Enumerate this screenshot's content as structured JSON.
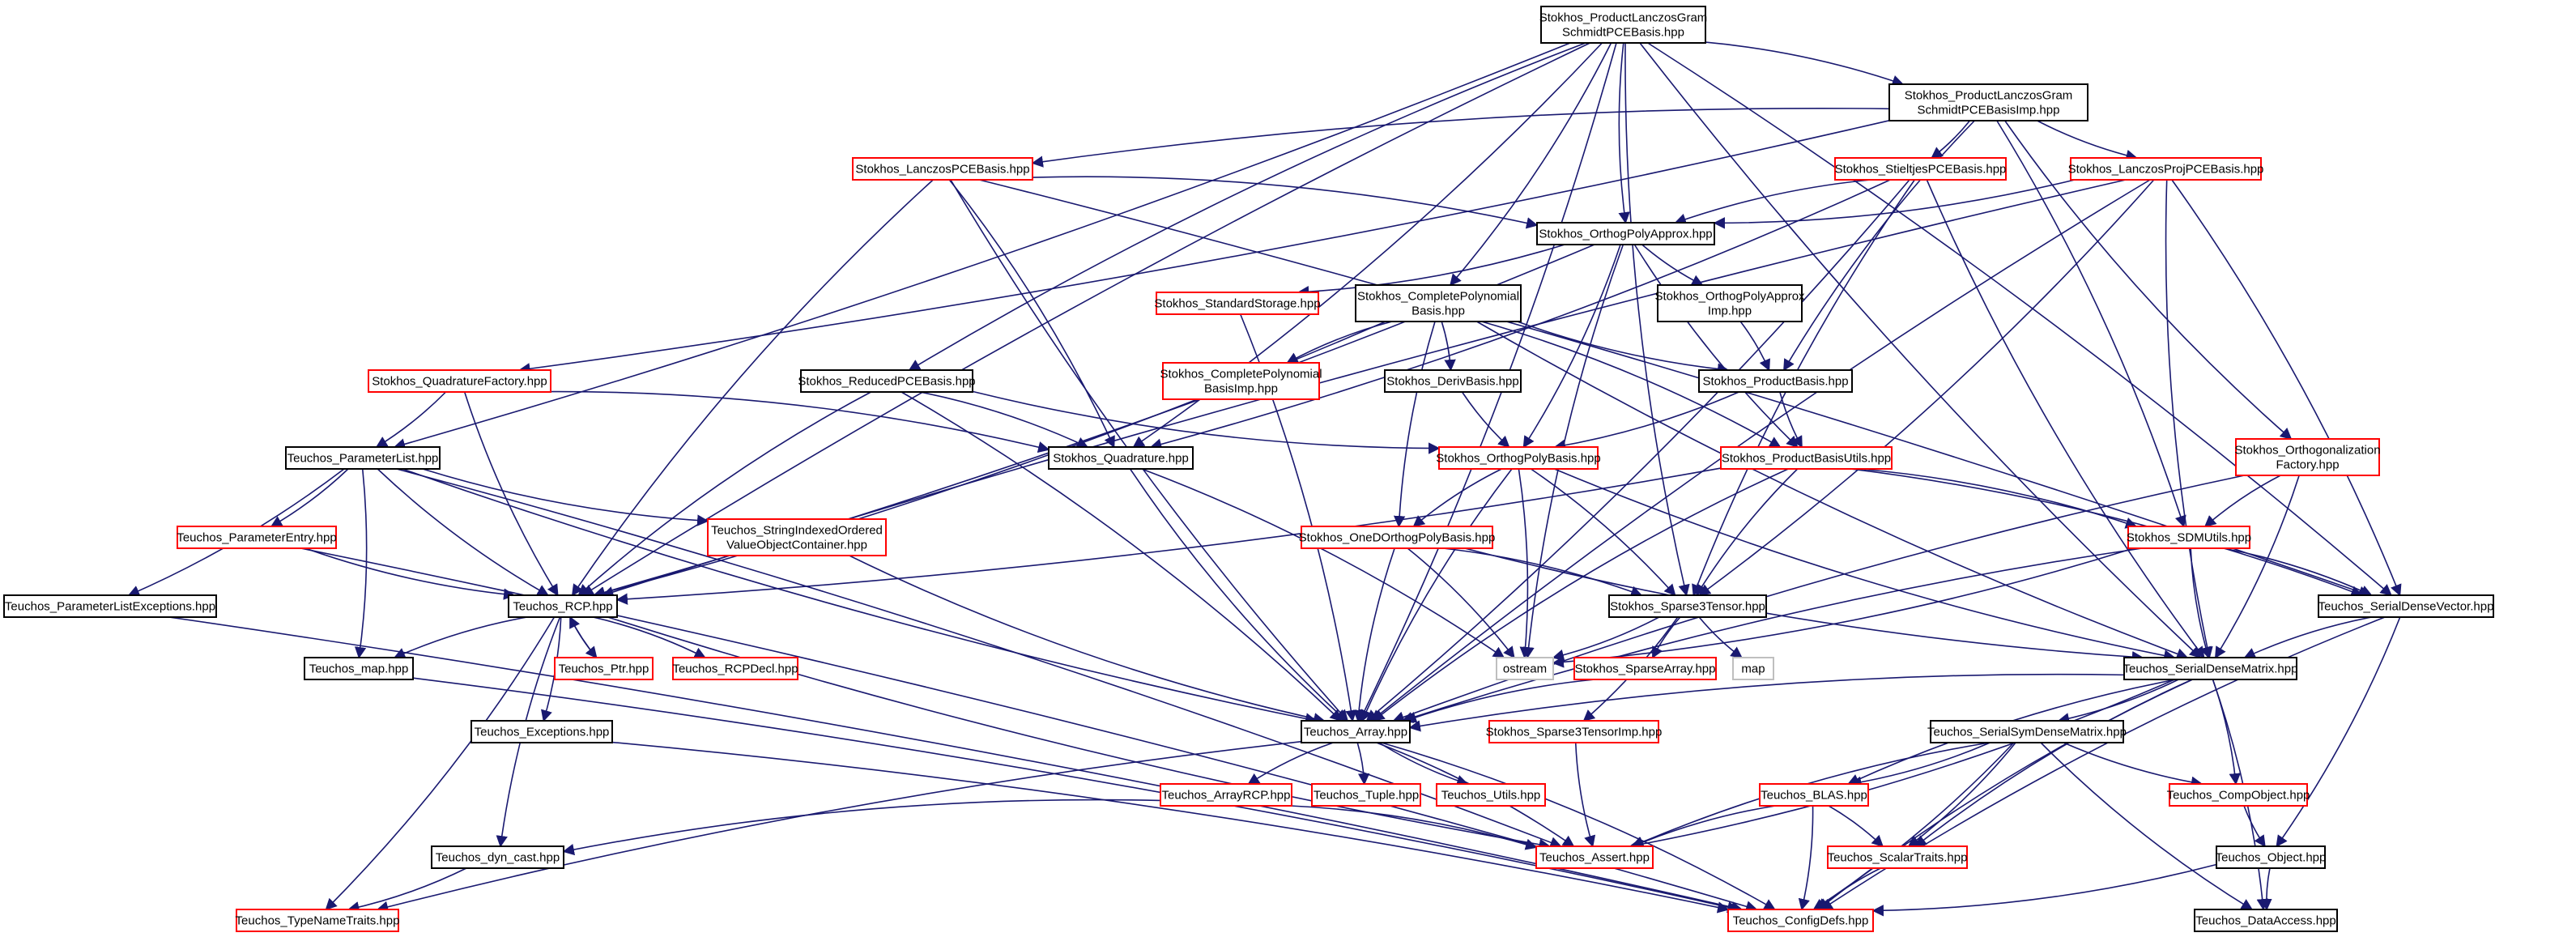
{
  "colors": {
    "edge": "#191970",
    "black_border": "#000000",
    "red_border": "#ff0000",
    "gray_border": "#bfbfbf",
    "root_fill": "#bfbfbf"
  },
  "nodes": [
    {
      "id": "root",
      "lines": [
        "Stokhos_ProductLanczosGram",
        "SchmidtPCEBasis.hpp"
      ],
      "style": "root"
    },
    {
      "id": "imp",
      "lines": [
        "Stokhos_ProductLanczosGram",
        "SchmidtPCEBasisImp.hpp"
      ],
      "style": "black"
    },
    {
      "id": "lanczos",
      "lines": [
        "Stokhos_LanczosPCEBasis.hpp"
      ],
      "style": "red"
    },
    {
      "id": "stieltjes",
      "lines": [
        "Stokhos_StieltjesPCEBasis.hpp"
      ],
      "style": "red"
    },
    {
      "id": "lanczosproj",
      "lines": [
        "Stokhos_LanczosProjPCEBasis.hpp"
      ],
      "style": "red"
    },
    {
      "id": "orthopolyapprox",
      "lines": [
        "Stokhos_OrthogPolyApprox.hpp"
      ],
      "style": "black"
    },
    {
      "id": "stdstorage",
      "lines": [
        "Stokhos_StandardStorage.hpp"
      ],
      "style": "red"
    },
    {
      "id": "completepoly",
      "lines": [
        "Stokhos_CompletePolynomial",
        "Basis.hpp"
      ],
      "style": "black"
    },
    {
      "id": "orthopolyapproximp",
      "lines": [
        "Stokhos_OrthogPolyApprox",
        "Imp.hpp"
      ],
      "style": "black"
    },
    {
      "id": "orthogfactory",
      "lines": [
        "Stokhos_Orthogonalization",
        "Factory.hpp"
      ],
      "style": "red"
    },
    {
      "id": "quadfactory",
      "lines": [
        "Stokhos_QuadratureFactory.hpp"
      ],
      "style": "red"
    },
    {
      "id": "reduced",
      "lines": [
        "Stokhos_ReducedPCEBasis.hpp"
      ],
      "style": "black"
    },
    {
      "id": "completepolyimp",
      "lines": [
        "Stokhos_CompletePolynomial",
        "BasisImp.hpp"
      ],
      "style": "red"
    },
    {
      "id": "derivbasis",
      "lines": [
        "Stokhos_DerivBasis.hpp"
      ],
      "style": "black"
    },
    {
      "id": "productbasis",
      "lines": [
        "Stokhos_ProductBasis.hpp"
      ],
      "style": "black"
    },
    {
      "id": "paramlist",
      "lines": [
        "Teuchos_ParameterList.hpp"
      ],
      "style": "black"
    },
    {
      "id": "quadrature",
      "lines": [
        "Stokhos_Quadrature.hpp"
      ],
      "style": "black"
    },
    {
      "id": "orthogpolybasis",
      "lines": [
        "Stokhos_OrthogPolyBasis.hpp"
      ],
      "style": "red"
    },
    {
      "id": "productbasisutils",
      "lines": [
        "Stokhos_ProductBasisUtils.hpp"
      ],
      "style": "red"
    },
    {
      "id": "paramentry",
      "lines": [
        "Teuchos_ParameterEntry.hpp"
      ],
      "style": "red"
    },
    {
      "id": "stringindexed",
      "lines": [
        "Teuchos_StringIndexedOrdered",
        "ValueObjectContainer.hpp"
      ],
      "style": "red"
    },
    {
      "id": "oned",
      "lines": [
        "Stokhos_OneDOrthogPolyBasis.hpp"
      ],
      "style": "red"
    },
    {
      "id": "sdmutils",
      "lines": [
        "Stokhos_SDMUtils.hpp"
      ],
      "style": "red"
    },
    {
      "id": "paramlistexc",
      "lines": [
        "Teuchos_ParameterListExceptions.hpp"
      ],
      "style": "black"
    },
    {
      "id": "rcp",
      "lines": [
        "Teuchos_RCP.hpp"
      ],
      "style": "black"
    },
    {
      "id": "sparse3",
      "lines": [
        "Stokhos_Sparse3Tensor.hpp"
      ],
      "style": "black"
    },
    {
      "id": "sdv",
      "lines": [
        "Teuchos_SerialDenseVector.hpp"
      ],
      "style": "black"
    },
    {
      "id": "map",
      "lines": [
        "Teuchos_map.hpp"
      ],
      "style": "black"
    },
    {
      "id": "ptr",
      "lines": [
        "Teuchos_Ptr.hpp"
      ],
      "style": "red"
    },
    {
      "id": "rcpdecl",
      "lines": [
        "Teuchos_RCPDecl.hpp"
      ],
      "style": "red"
    },
    {
      "id": "ostream",
      "lines": [
        "ostream"
      ],
      "style": "gray"
    },
    {
      "id": "sparsearray",
      "lines": [
        "Stokhos_SparseArray.hpp"
      ],
      "style": "red"
    },
    {
      "id": "stdmap",
      "lines": [
        "map"
      ],
      "style": "gray"
    },
    {
      "id": "sdm",
      "lines": [
        "Teuchos_SerialDenseMatrix.hpp"
      ],
      "style": "black"
    },
    {
      "id": "exceptions",
      "lines": [
        "Teuchos_Exceptions.hpp"
      ],
      "style": "black"
    },
    {
      "id": "array",
      "lines": [
        "Teuchos_Array.hpp"
      ],
      "style": "black"
    },
    {
      "id": "sparse3imp",
      "lines": [
        "Stokhos_Sparse3TensorImp.hpp"
      ],
      "style": "red"
    },
    {
      "id": "ssdm",
      "lines": [
        "Teuchos_SerialSymDenseMatrix.hpp"
      ],
      "style": "black"
    },
    {
      "id": "arrayrcp",
      "lines": [
        "Teuchos_ArrayRCP.hpp"
      ],
      "style": "red"
    },
    {
      "id": "tuple",
      "lines": [
        "Teuchos_Tuple.hpp"
      ],
      "style": "red"
    },
    {
      "id": "utils",
      "lines": [
        "Teuchos_Utils.hpp"
      ],
      "style": "red"
    },
    {
      "id": "blas",
      "lines": [
        "Teuchos_BLAS.hpp"
      ],
      "style": "red"
    },
    {
      "id": "compobject",
      "lines": [
        "Teuchos_CompObject.hpp"
      ],
      "style": "red"
    },
    {
      "id": "dyncast",
      "lines": [
        "Teuchos_dyn_cast.hpp"
      ],
      "style": "black"
    },
    {
      "id": "assert",
      "lines": [
        "Teuchos_Assert.hpp"
      ],
      "style": "red"
    },
    {
      "id": "scalartraits",
      "lines": [
        "Teuchos_ScalarTraits.hpp"
      ],
      "style": "red"
    },
    {
      "id": "object",
      "lines": [
        "Teuchos_Object.hpp"
      ],
      "style": "black"
    },
    {
      "id": "typenametraits",
      "lines": [
        "Teuchos_TypeNameTraits.hpp"
      ],
      "style": "red"
    },
    {
      "id": "configdefs",
      "lines": [
        "Teuchos_ConfigDefs.hpp"
      ],
      "style": "red"
    },
    {
      "id": "dataaccess",
      "lines": [
        "Teuchos_DataAccess.hpp"
      ],
      "style": "black"
    }
  ],
  "edges": [
    [
      "root",
      "imp"
    ],
    [
      "root",
      "orthopolyapprox"
    ],
    [
      "root",
      "completepoly"
    ],
    [
      "root",
      "reduced"
    ],
    [
      "root",
      "paramlist"
    ],
    [
      "root",
      "rcp"
    ],
    [
      "root",
      "quadrature"
    ],
    [
      "root",
      "sparse3"
    ],
    [
      "root",
      "sdv"
    ],
    [
      "root",
      "sdm"
    ],
    [
      "root",
      "array"
    ],
    [
      "imp",
      "lanczos"
    ],
    [
      "imp",
      "stieltjes"
    ],
    [
      "imp",
      "lanczosproj"
    ],
    [
      "imp",
      "quadfactory"
    ],
    [
      "imp",
      "productbasis"
    ],
    [
      "imp",
      "sdmutils"
    ],
    [
      "imp",
      "orthogfactory"
    ],
    [
      "lanczos",
      "orthopolyapprox"
    ],
    [
      "lanczos",
      "rcp"
    ],
    [
      "lanczos",
      "quadrature"
    ],
    [
      "lanczos",
      "array"
    ],
    [
      "lanczos",
      "sdv"
    ],
    [
      "stieltjes",
      "orthopolyapprox"
    ],
    [
      "stieltjes",
      "quadrature"
    ],
    [
      "stieltjes",
      "sparse3"
    ],
    [
      "stieltjes",
      "array"
    ],
    [
      "stieltjes",
      "sdm"
    ],
    [
      "lanczosproj",
      "orthopolyapprox"
    ],
    [
      "lanczosproj",
      "rcp"
    ],
    [
      "lanczosproj",
      "sparse3"
    ],
    [
      "lanczosproj",
      "array"
    ],
    [
      "lanczosproj",
      "sdv"
    ],
    [
      "lanczosproj",
      "sdm"
    ],
    [
      "orthopolyapprox",
      "stdstorage"
    ],
    [
      "orthopolyapprox",
      "orthopolyapproximp"
    ],
    [
      "orthopolyapprox",
      "orthogpolybasis"
    ],
    [
      "orthopolyapprox",
      "productbasisutils"
    ],
    [
      "orthopolyapprox",
      "rcp"
    ],
    [
      "orthopolyapprox",
      "ostream"
    ],
    [
      "stdstorage",
      "array"
    ],
    [
      "completepoly",
      "completepolyimp"
    ],
    [
      "completepoly",
      "derivbasis"
    ],
    [
      "completepoly",
      "productbasis"
    ],
    [
      "completepoly",
      "productbasisutils"
    ],
    [
      "completepoly",
      "oned"
    ],
    [
      "completepoly",
      "rcp"
    ],
    [
      "completepoly",
      "sdm"
    ],
    [
      "orthopolyapproximp",
      "productbasis"
    ],
    [
      "orthogfactory",
      "sdmutils"
    ],
    [
      "orthogfactory",
      "sdm"
    ],
    [
      "orthogfactory",
      "array"
    ],
    [
      "quadfactory",
      "paramlist"
    ],
    [
      "quadfactory",
      "rcp"
    ],
    [
      "quadfactory",
      "quadrature"
    ],
    [
      "reduced",
      "orthogpolybasis"
    ],
    [
      "reduced",
      "quadrature"
    ],
    [
      "reduced",
      "rcp"
    ],
    [
      "reduced",
      "array"
    ],
    [
      "derivbasis",
      "orthogpolybasis"
    ],
    [
      "productbasis",
      "orthogpolybasis"
    ],
    [
      "productbasis",
      "productbasisutils"
    ],
    [
      "paramlist",
      "paramentry"
    ],
    [
      "paramlist",
      "stringindexed"
    ],
    [
      "paramlist",
      "paramlistexc"
    ],
    [
      "paramlist",
      "rcp"
    ],
    [
      "paramlist",
      "map"
    ],
    [
      "paramlist",
      "array"
    ],
    [
      "paramlist",
      "assert"
    ],
    [
      "quadrature",
      "array"
    ],
    [
      "quadrature",
      "ostream"
    ],
    [
      "orthogpolybasis",
      "oned"
    ],
    [
      "orthogpolybasis",
      "sparse3"
    ],
    [
      "orthogpolybasis",
      "array"
    ],
    [
      "orthogpolybasis",
      "ostream"
    ],
    [
      "orthogpolybasis",
      "sdm"
    ],
    [
      "productbasisutils",
      "sdmutils"
    ],
    [
      "productbasisutils",
      "sparse3"
    ],
    [
      "productbasisutils",
      "rcp"
    ],
    [
      "productbasisutils",
      "array"
    ],
    [
      "productbasisutils",
      "sdv"
    ],
    [
      "paramentry",
      "rcp"
    ],
    [
      "paramentry",
      "configdefs"
    ],
    [
      "stringindexed",
      "array"
    ],
    [
      "oned",
      "sparse3"
    ],
    [
      "oned",
      "array"
    ],
    [
      "oned",
      "ostream"
    ],
    [
      "oned",
      "sdm"
    ],
    [
      "sdmutils",
      "sdv"
    ],
    [
      "sdmutils",
      "sdm"
    ],
    [
      "sdmutils",
      "ostream"
    ],
    [
      "sdmutils",
      "array"
    ],
    [
      "paramlistexc",
      "configdefs"
    ],
    [
      "rcp",
      "ptr"
    ],
    [
      "rcp",
      "rcpdecl"
    ],
    [
      "rcp",
      "map"
    ],
    [
      "rcp",
      "exceptions"
    ],
    [
      "rcp",
      "dyncast"
    ],
    [
      "rcp",
      "typenametraits"
    ],
    [
      "rcp",
      "assert"
    ],
    [
      "ptr",
      "rcp"
    ],
    [
      "sparse3",
      "sparsearray"
    ],
    [
      "sparse3",
      "ostream"
    ],
    [
      "sparse3",
      "stdmap"
    ],
    [
      "sparse3",
      "sparse3imp"
    ],
    [
      "sdv",
      "sdm"
    ],
    [
      "sdv",
      "object"
    ],
    [
      "sdv",
      "configdefs"
    ],
    [
      "map",
      "configdefs"
    ],
    [
      "sparsearray",
      "array"
    ],
    [
      "sdm",
      "ssdm"
    ],
    [
      "sdm",
      "blas"
    ],
    [
      "sdm",
      "compobject"
    ],
    [
      "sdm",
      "scalartraits"
    ],
    [
      "sdm",
      "dataaccess"
    ],
    [
      "sdm",
      "configdefs"
    ],
    [
      "sdm",
      "assert"
    ],
    [
      "sdm",
      "array"
    ],
    [
      "exceptions",
      "configdefs"
    ],
    [
      "array",
      "arrayrcp"
    ],
    [
      "array",
      "tuple"
    ],
    [
      "array",
      "utils"
    ],
    [
      "array",
      "assert"
    ],
    [
      "array",
      "typenametraits"
    ],
    [
      "array",
      "configdefs"
    ],
    [
      "sparse3imp",
      "assert"
    ],
    [
      "ssdm",
      "blas"
    ],
    [
      "ssdm",
      "compobject"
    ],
    [
      "ssdm",
      "scalartraits"
    ],
    [
      "ssdm",
      "dataaccess"
    ],
    [
      "ssdm",
      "configdefs"
    ],
    [
      "ssdm",
      "assert"
    ],
    [
      "arrayrcp",
      "assert"
    ],
    [
      "arrayrcp",
      "dyncast"
    ],
    [
      "blas",
      "scalartraits"
    ],
    [
      "blas",
      "assert"
    ],
    [
      "blas",
      "configdefs"
    ],
    [
      "compobject",
      "object"
    ],
    [
      "dyncast",
      "typenametraits"
    ],
    [
      "scalartraits",
      "configdefs"
    ],
    [
      "object",
      "configdefs"
    ],
    [
      "object",
      "dataaccess"
    ]
  ]
}
